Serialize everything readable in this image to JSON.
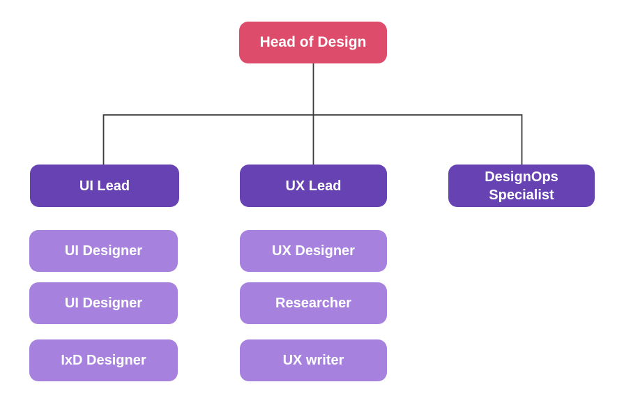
{
  "palette": {
    "background": "#ffffff",
    "root_color": "#dd4c6a",
    "lead_color": "#6742b3",
    "member_color": "#a681dd",
    "text_color": "#ffffff",
    "line_color": "#3b3b3b"
  },
  "org_chart": {
    "type": "org-tree",
    "root": {
      "label": "Head of Design"
    },
    "teams": [
      {
        "lead": {
          "label": "UI Lead"
        },
        "members": [
          {
            "label": "UI Designer"
          },
          {
            "label": "UI Designer"
          },
          {
            "label": "IxD Designer"
          }
        ]
      },
      {
        "lead": {
          "label": "UX Lead"
        },
        "members": [
          {
            "label": "UX Designer"
          },
          {
            "label": "Researcher"
          },
          {
            "label": "UX writer"
          }
        ]
      },
      {
        "lead": {
          "label": "DesignOps Specialist"
        },
        "members": []
      }
    ]
  }
}
